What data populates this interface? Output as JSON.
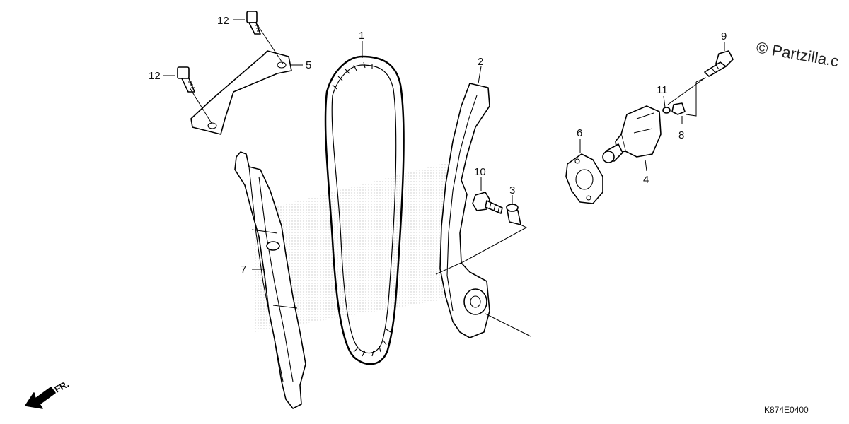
{
  "callouts": {
    "c1": "1",
    "c2": "2",
    "c3": "3",
    "c4": "4",
    "c5": "5",
    "c6": "6",
    "c7": "7",
    "c8": "8",
    "c9": "9",
    "c10": "10",
    "c11": "11",
    "c12a": "12",
    "c12b": "12"
  },
  "copyright": "© Partzilla.c",
  "diagram_code": "K874E0400",
  "front_marker": "FR.",
  "icons": [
    "front-direction-arrow-icon"
  ]
}
